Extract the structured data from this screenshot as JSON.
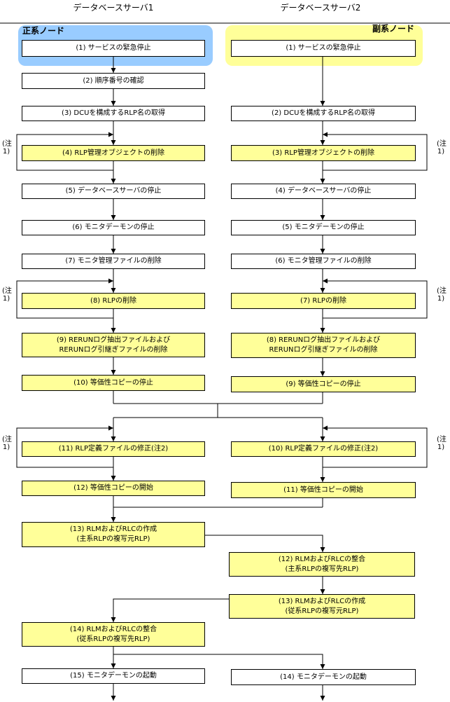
{
  "headers": {
    "server1": "データベースサーバ1",
    "server2": "データベースサーバ2"
  },
  "nodes": {
    "primary": "正系ノード",
    "secondary": "副系ノード"
  },
  "colors": {
    "primary_bg": "#99ccff",
    "secondary_bg": "#ffff99",
    "highlight": "#ffff99"
  },
  "notes": {
    "note1_left": "(注1)",
    "note1_right": "(注1)"
  },
  "left_steps": [
    "(1) サービスの緊急停止",
    "(2) 順序番号の確認",
    "(3) DCUを構成するRLP名の取得",
    "(4) RLP管理オブジェクトの削除",
    "(5) データベースサーバの停止",
    "(6) モニタデーモンの停止",
    "(7) モニタ管理ファイルの削除",
    "(8) RLPの削除",
    "(9) RERUNログ抽出ファイルおよび\nRERUNログ引継ぎファイルの削除",
    "(10) 等価性コピーの停止",
    "(11) RLP定義ファイルの修正(注2)",
    "(12) 等価性コピーの開始",
    "(13) RLMおよびRLCの作成\n(主系RLPの複写元RLP)",
    "(14) RLMおよびRLCの整合\n(従系RLPの複写先RLP)",
    "(15) モニタデーモンの起動"
  ],
  "right_steps": [
    "(1) サービスの緊急停止",
    "(2) DCUを構成するRLP名の取得",
    "(3) RLP管理オブジェクトの削除",
    "(4) データベースサーバの停止",
    "(5) モニタデーモンの停止",
    "(6) モニタ管理ファイルの削除",
    "(7) RLPの削除",
    "(8) RERUNログ抽出ファイルおよび\nRERUNログ引継ぎファイルの削除",
    "(9) 等価性コピーの停止",
    "(10) RLP定義ファイルの修正(注2)",
    "(11) 等価性コピーの開始",
    "(12) RLMおよびRLCの整合\n(主系RLPの複写先RLP)",
    "(13) RLMおよびRLCの作成\n(従系RLPの複写元RLP)",
    "(14) モニタデーモンの起動"
  ]
}
